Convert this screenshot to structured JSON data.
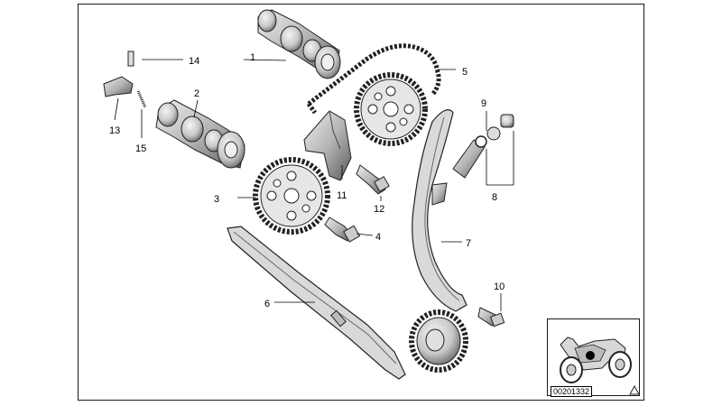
{
  "callouts": [
    {
      "id": "c1",
      "label": "1"
    },
    {
      "id": "c2",
      "label": "2"
    },
    {
      "id": "c3",
      "label": "3"
    },
    {
      "id": "c4",
      "label": "4"
    },
    {
      "id": "c5",
      "label": "5"
    },
    {
      "id": "c6",
      "label": "6"
    },
    {
      "id": "c7",
      "label": "7"
    },
    {
      "id": "c8",
      "label": "8"
    },
    {
      "id": "c9",
      "label": "9"
    },
    {
      "id": "c10",
      "label": "10"
    },
    {
      "id": "c11",
      "label": "11"
    },
    {
      "id": "c12",
      "label": "12"
    },
    {
      "id": "c13",
      "label": "13"
    },
    {
      "id": "c14",
      "label": "14"
    },
    {
      "id": "c15",
      "label": "15"
    }
  ],
  "thumbnail": {
    "diagram_id": "00201332",
    "icon": "motorcycle-icon",
    "marker_color": "#000000"
  },
  "warning_icon": "triangle-warning-icon"
}
